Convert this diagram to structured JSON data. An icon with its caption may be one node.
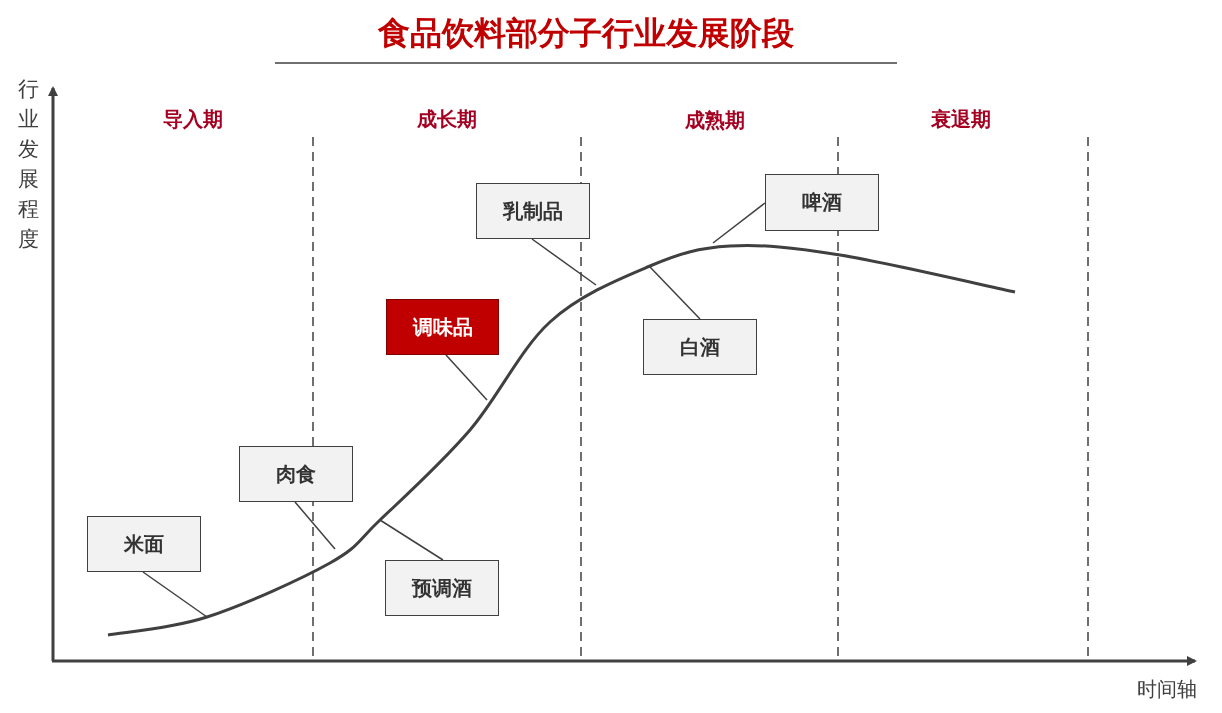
{
  "diagram": {
    "title": "食品饮料部分子行业发展阶段",
    "nodes": [
      {
        "text": [
          "米面"
        ]
      },
      {
        "text": [
          "肉食"
        ]
      },
      {
        "text": [
          "预调酒"
        ]
      },
      {
        "text": [
          "调味品"
        ]
      },
      {
        "text": [
          "乳制品"
        ]
      },
      {
        "text": [
          "白酒"
        ]
      },
      {
        "text": [
          "啤酒"
        ]
      }
    ],
    "edges": [
      {
        "from": 0,
        "to": null,
        "arrow": "none"
      },
      {
        "from": 1,
        "to": null,
        "arrow": "none"
      },
      {
        "from": 2,
        "to": null,
        "arrow": "none"
      },
      {
        "from": 3,
        "to": null,
        "arrow": "none"
      },
      {
        "from": 4,
        "to": null,
        "arrow": "none"
      },
      {
        "from": 5,
        "to": null,
        "arrow": "none"
      },
      {
        "from": 6,
        "to": null,
        "arrow": "none"
      }
    ],
    "labels": [
      "行业发展程度",
      "导入期",
      "成长期",
      "成熟期",
      "衰退期",
      "时间轴"
    ]
  }
}
